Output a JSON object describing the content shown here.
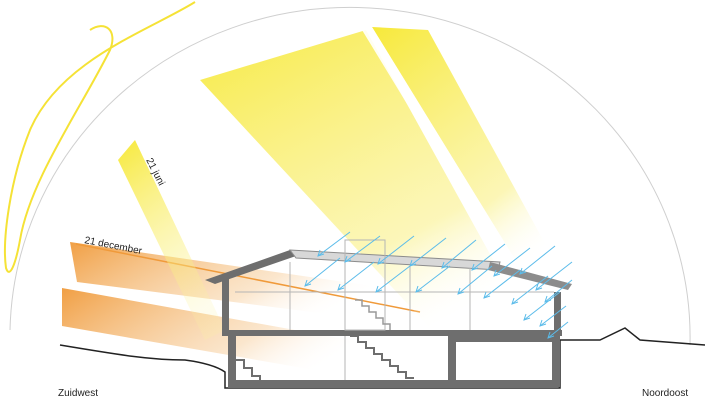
{
  "labels": {
    "june": "21 juni",
    "december": "21 december",
    "southwest": "Zuidwest",
    "northeast": "Noordoost"
  },
  "colors": {
    "summer_sun": "#f7e93a",
    "winter_sun": "#f09a3a",
    "wall": "#6e6e6e",
    "diffuse_arrow": "#5bbcea",
    "sky_dome": "#cfcfcf"
  }
}
